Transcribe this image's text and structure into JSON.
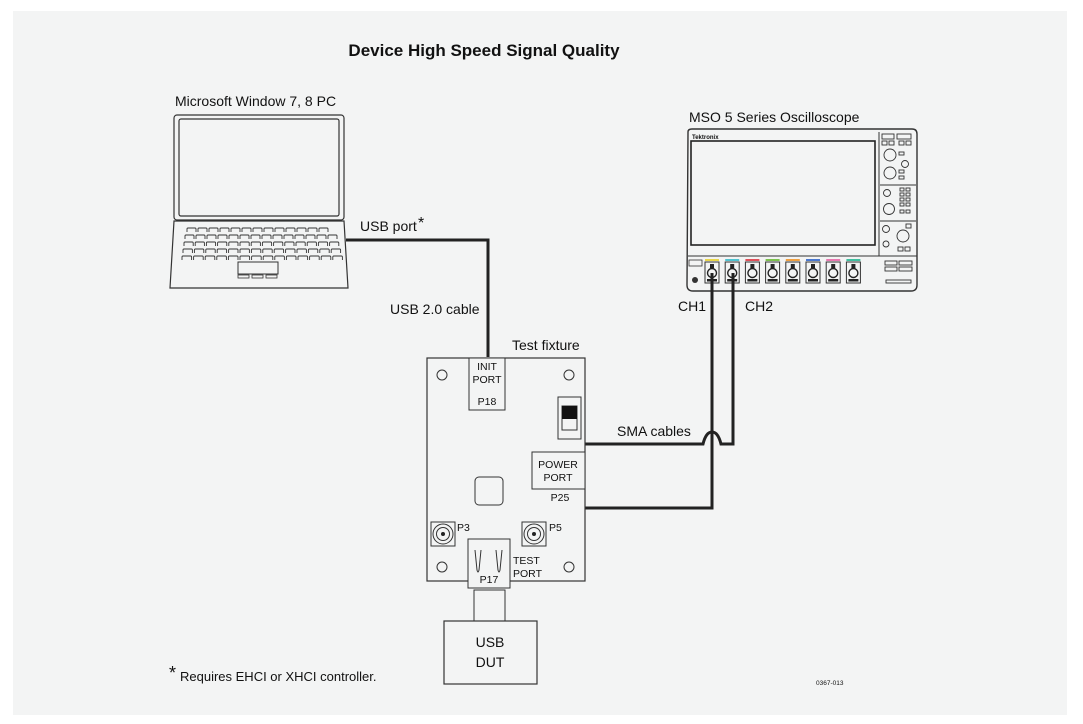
{
  "title": "Device High Speed Signal Quality",
  "pc": {
    "label": "Microsoft Window 7, 8 PC"
  },
  "usb_port": {
    "label": "USB port",
    "footnote_mark": "*"
  },
  "usb_cable": {
    "label": "USB 2.0 cable"
  },
  "oscilloscope": {
    "label": "MSO 5 Series Oscilloscope",
    "brand": "Tektronix",
    "ch1_label": "CH1",
    "ch2_label": "CH2",
    "channel_colors": [
      "#e8d64a",
      "#4fc3d0",
      "#e0505a",
      "#7cc24e",
      "#f0a040",
      "#4a78d0",
      "#e878b0",
      "#40c0a0"
    ]
  },
  "test_fixture": {
    "label": "Test fixture",
    "init_port_line1": "INIT",
    "init_port_line2": "PORT",
    "init_port_id": "P18",
    "power_port_line1": "POWER",
    "power_port_line2": "PORT",
    "power_port_id": "P25",
    "sma_p3": "P3",
    "sma_p5": "P5",
    "test_port_line1": "TEST",
    "test_port_line2": "PORT",
    "test_port_id": "P17"
  },
  "sma_cables": {
    "label": "SMA cables"
  },
  "dut": {
    "line1": "USB",
    "line2": "DUT"
  },
  "footnote": {
    "mark": "*",
    "text": "Requires EHCI or XHCI controller."
  },
  "figure_id": "0367-013"
}
